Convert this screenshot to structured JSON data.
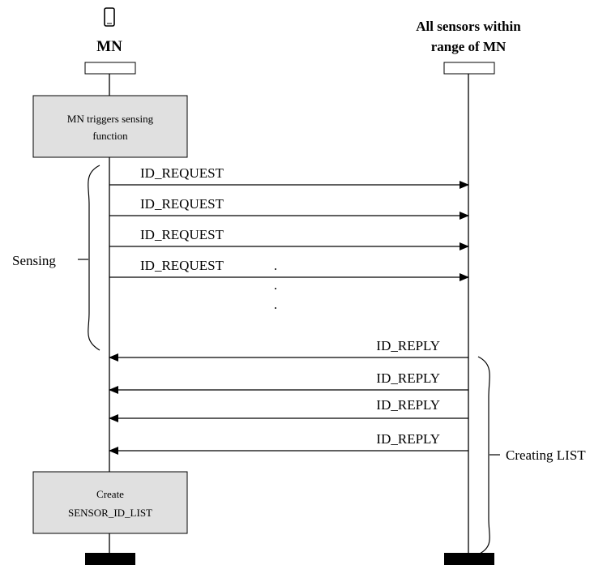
{
  "participants": {
    "mn": {
      "label": "MN",
      "icon": "mobile-phone-icon"
    },
    "sensors": {
      "label_line1": "All sensors within",
      "label_line2": "range of MN"
    }
  },
  "boxes": {
    "trigger": {
      "line1": "MN triggers sensing",
      "line2": "function"
    },
    "create": {
      "line1": "Create",
      "line2": "SENSOR_ID_LIST"
    }
  },
  "phases": {
    "sensing": "Sensing",
    "creating": "Creating LIST"
  },
  "messages": {
    "requests": [
      "ID_REQUEST",
      "ID_REQUEST",
      "ID_REQUEST",
      "ID_REQUEST"
    ],
    "replies": [
      "ID_REPLY",
      "ID_REPLY",
      "ID_REPLY",
      "ID_REPLY"
    ]
  },
  "colors": {
    "box_fill": "#e0e0e0",
    "line": "#000000"
  }
}
